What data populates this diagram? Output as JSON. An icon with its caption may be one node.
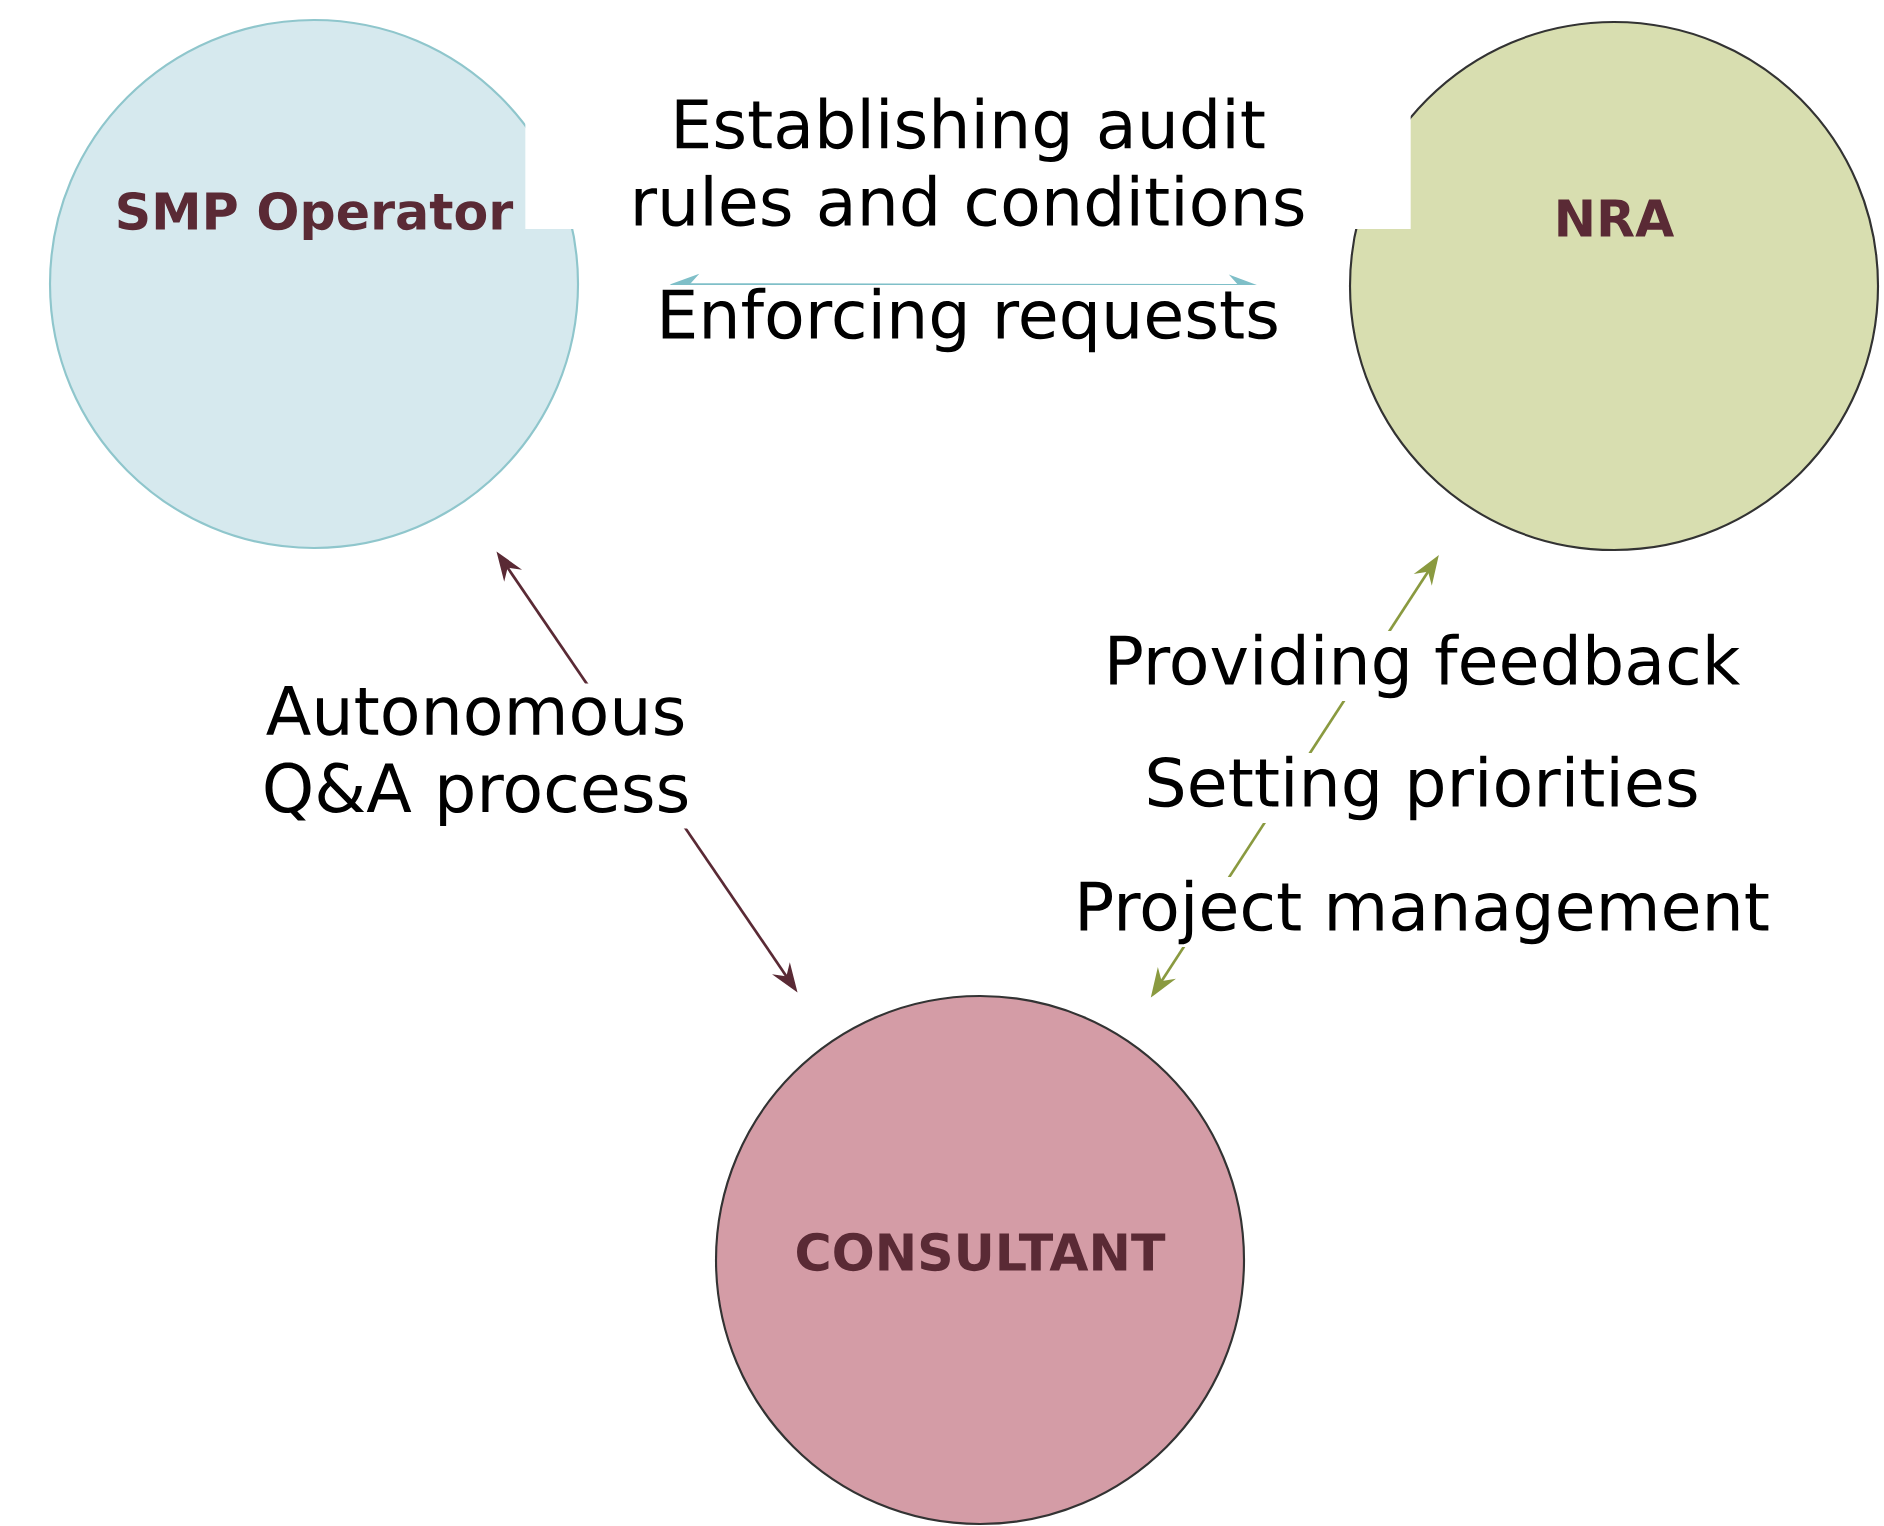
{
  "diagram": {
    "nodes": [
      {
        "text": [
          "SMP Operator"
        ]
      },
      {
        "text": [
          "NRA"
        ]
      },
      {
        "text": [
          "CONSULTANT"
        ]
      }
    ],
    "edges": [
      {
        "from": 0,
        "to": 1,
        "arrow": "both",
        "color": "#7fbfc8"
      },
      {
        "from": 0,
        "to": 2,
        "arrow": "both",
        "color": "#5a2a35"
      },
      {
        "from": 1,
        "to": 2,
        "arrow": "both",
        "color": "#8a9a40"
      }
    ],
    "labels": [
      "Establishing audit rules and conditions",
      "Enforcing requests",
      "Autonomous Q&A process",
      "Providing feedback",
      "Setting priorities",
      "Project management"
    ]
  }
}
